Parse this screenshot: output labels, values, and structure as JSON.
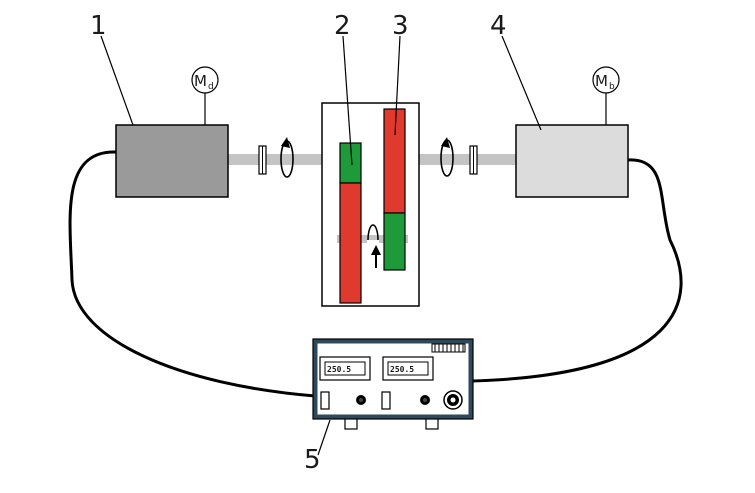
{
  "labels": {
    "n1": "1",
    "n2": "2",
    "n3": "3",
    "n4": "4",
    "n5": "5"
  },
  "motor_driver": {
    "symbol": "M",
    "subscript": "d"
  },
  "motor_brake": {
    "symbol": "M",
    "subscript": "b"
  },
  "control_unit": {
    "display_left": "250.5",
    "display_right": "250.5"
  },
  "colors": {
    "driver_fill": "#9a9a9a",
    "brake_fill": "#dcdcdc",
    "gear_red": "#e03a2f",
    "gear_green": "#1f9a3a",
    "shaft": "#c4c4c4",
    "panel": "#2e4a5a"
  }
}
